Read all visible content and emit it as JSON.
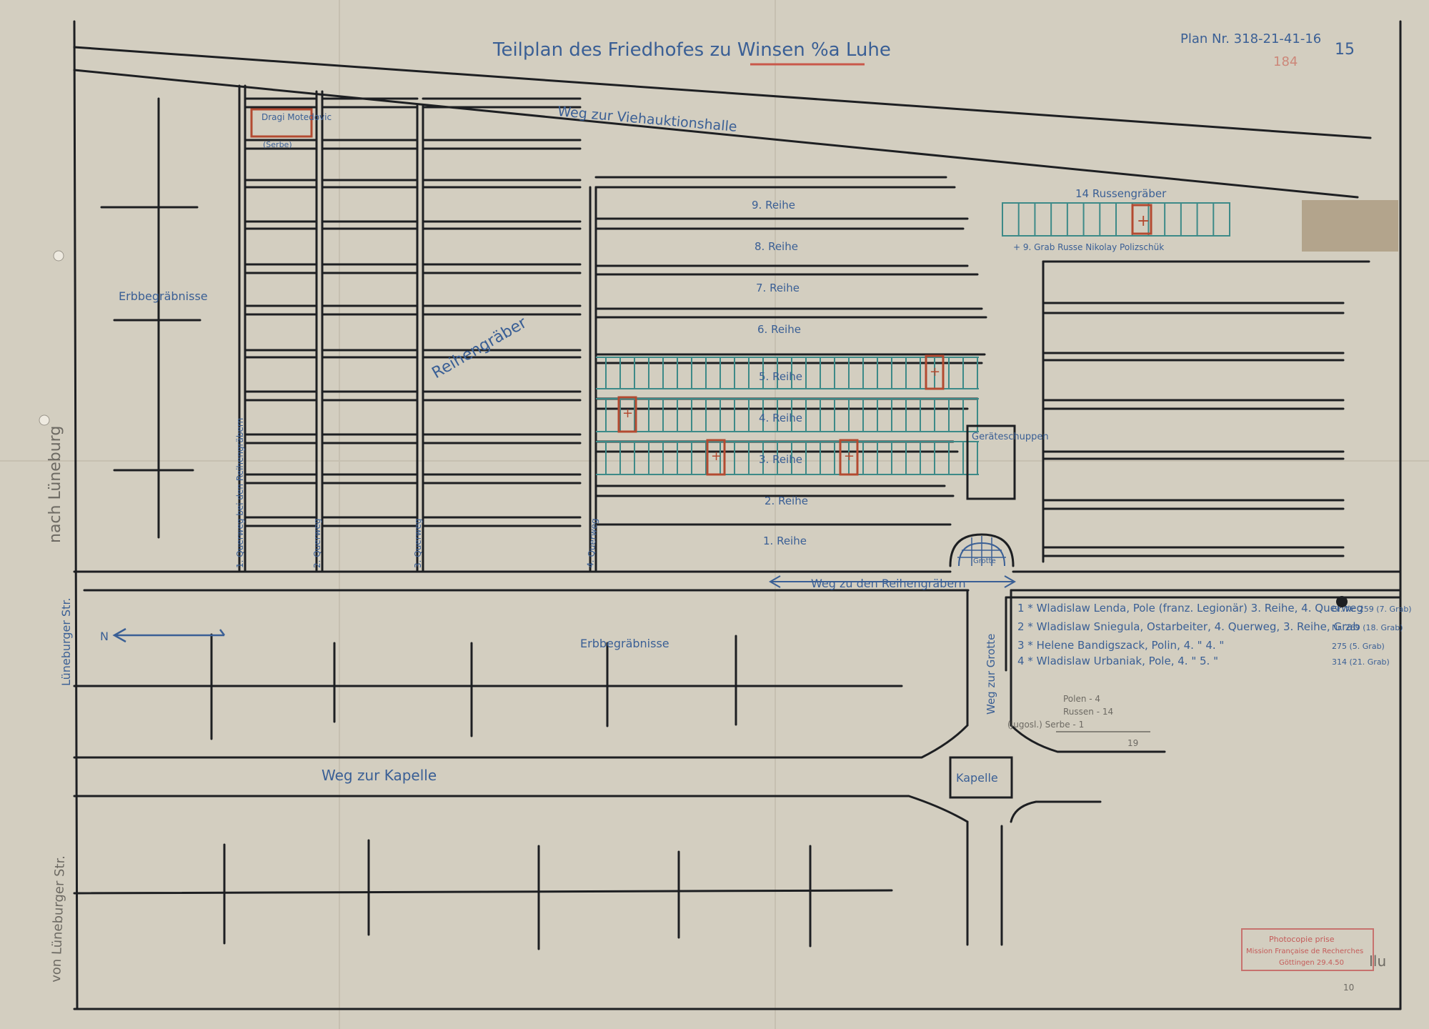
{
  "plan": {
    "title": "Teilplan des Friedhofes zu Winsen %a Luhe",
    "plan_number": "Plan Nr. 318-21-41-16",
    "plan_sheet": "15",
    "plan_mark": "184"
  },
  "roads": {
    "top": "Weg zur Viehauktionshalle",
    "reihengraeber": "Weg zu den Reihengräbern",
    "kapelle": "Weg zur Kapelle",
    "grotte": "Weg zur Grotte",
    "left_street": "Lüneburger Str."
  },
  "areas": {
    "erbbegraebnisse_top": "Erbbegräbnisse",
    "erbbegraebnisse_bottom": "Erbbegräbnisse",
    "reihengraeber": "Reihengräber",
    "geraeteschuppen": "Geräteschuppen",
    "grotte": "Grotte",
    "kapelle": "Kapelle"
  },
  "quer_labels": [
    "1. Querweg bei den Reihengräbern",
    "2. Querweg",
    "3. Querweg",
    "4. Querweg"
  ],
  "rows": [
    "9. Reihe",
    "8. Reihe",
    "7. Reihe",
    "6. Reihe",
    "5. Reihe",
    "4. Reihe",
    "3. Reihe",
    "2. Reihe",
    "1. Reihe"
  ],
  "serb_grave": {
    "name": "Dragi Motedovic",
    "nationality": "(Serbe)"
  },
  "russian_graves": {
    "title": "14 Russengräber",
    "note": "+ 9. Grab Russe Nikolay Polizschük"
  },
  "legend": [
    "1 * Wladislaw Lenda, Pole (franz. Legionär) 3. Reihe, 4. Querweg",
    "2 * Wladislaw Sniegula, Ostarbeiter, 4. Querweg, 3. Reihe, Grab",
    "3 * Helene Bandigszack, Polin, 4. \" 4. \"",
    "4 * Wladislaw Urbaniak, Pole, 4. \" 5. \""
  ],
  "grave_numbers": [
    "Gr. Nr. 259 (7. Grab)",
    "Nr. 269 (18. Grab)",
    "275 (5. Grab)",
    "314 (21. Grab)"
  ],
  "tally": {
    "polen": "Polen - 4",
    "russen": "Russen - 14",
    "serbe": "(Jugosl.) Serbe - 1",
    "total": "19"
  },
  "compass": "N",
  "stamp": {
    "line1": "Photocopie prise",
    "line2": "Mission Française de Recherches",
    "line3": "Göttingen 29.4.50"
  },
  "margin_note": "nach Lüneburg",
  "margin_note_lower": "von Lüneburger Str.",
  "signature": "Ilu",
  "page_number": "10"
}
